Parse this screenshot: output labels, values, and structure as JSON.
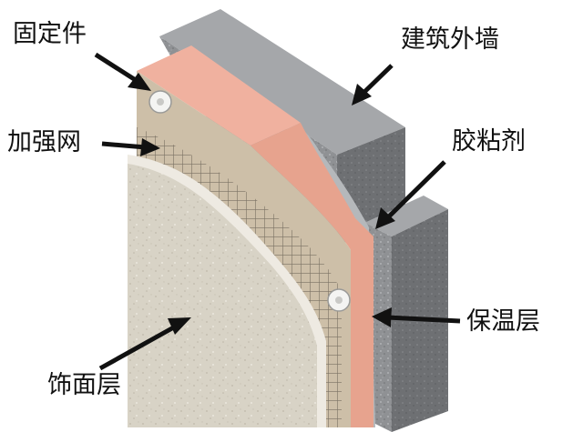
{
  "labels": {
    "anchor": "固定件",
    "mesh": "加强网",
    "wall": "建筑外墙",
    "adhesive": "胶粘剂",
    "insulation": "保温层",
    "finish": "饰面层"
  },
  "colors": {
    "concrete": "#8f9194",
    "concrete_dark": "#6e7073",
    "insulation": "#e7a38e",
    "insulation_side": "#f4b7a5",
    "base_coat": "#cdbfa8",
    "mesh": "#6b6357",
    "finish": "#d8d3c6",
    "arrow": "#111111"
  },
  "icons": [
    "anchor-disc-icon",
    "arrow-icon"
  ]
}
